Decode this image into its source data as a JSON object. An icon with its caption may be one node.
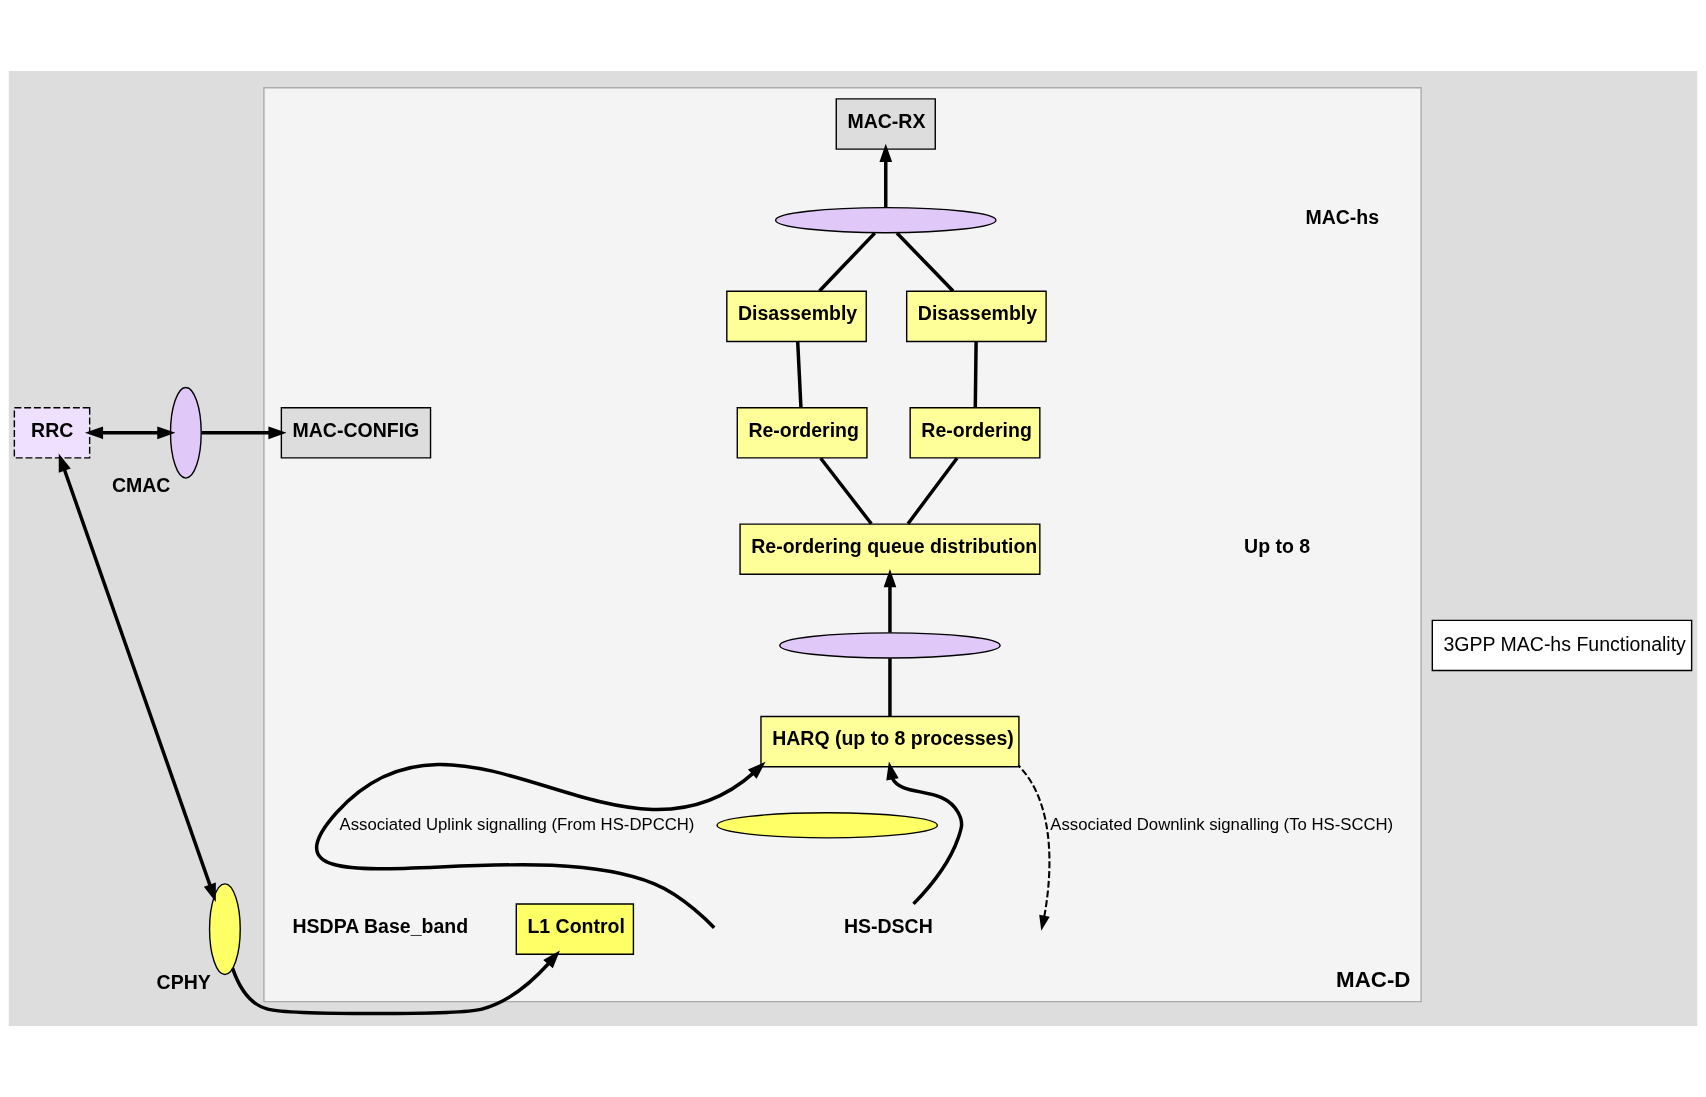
{
  "diagram": {
    "nodes": [
      {
        "text": [
          "RRC"
        ]
      },
      {
        "text": [
          "MAC-D"
        ]
      },
      {
        "text": [
          "MAC-RX"
        ],
        "in": 1
      },
      {
        "text": [
          "MAC-CONFIG"
        ],
        "in": 1
      },
      {
        "text": [],
        "shape": "ellipse",
        "in": 1
      },
      {
        "text": [
          "Disassembly"
        ],
        "in": 1
      },
      {
        "text": [
          "Disassembly"
        ],
        "in": 1
      },
      {
        "text": [
          "Re-ordering"
        ],
        "in": 1
      },
      {
        "text": [
          "Re-ordering"
        ],
        "in": 1
      },
      {
        "text": [
          "Re-ordering queue distribution"
        ],
        "in": 1
      },
      {
        "text": [],
        "shape": "ellipse",
        "in": 1
      },
      {
        "text": [
          "HARQ (up to 8 processes)"
        ],
        "in": 1
      },
      {
        "text": [],
        "shape": "ellipse",
        "in": 1
      },
      {
        "text": [],
        "shape": "ellipse",
        "beside": [
          "CMAC"
        ]
      },
      {
        "text": [],
        "shape": "ellipse",
        "beside": [
          "CPHY"
        ]
      },
      {
        "text": [
          "L1 Control"
        ],
        "in": 1
      },
      {
        "text": [
          "HS-DSCH"
        ],
        "in": 1
      },
      {
        "text": [
          "3GPP MAC-hs Functionality"
        ]
      }
    ],
    "edges": [
      {
        "from": 4,
        "to": 2,
        "arrow": "to"
      },
      {
        "from": 5,
        "to": 4,
        "arrow": "none"
      },
      {
        "from": 6,
        "to": 4,
        "arrow": "none"
      },
      {
        "from": 7,
        "to": 5,
        "arrow": "none"
      },
      {
        "from": 8,
        "to": 6,
        "arrow": "none"
      },
      {
        "from": 9,
        "to": 7,
        "arrow": "none"
      },
      {
        "from": 9,
        "to": 8,
        "arrow": "none"
      },
      {
        "from": 10,
        "to": 9,
        "arrow": "to"
      },
      {
        "from": 11,
        "to": 10,
        "arrow": "none"
      },
      {
        "from": null,
        "to": 11,
        "arrow": "to",
        "label": "Associated Uplink signalling (From HS-DPCCH)"
      },
      {
        "from": 11,
        "to": null,
        "arrow": "to",
        "style": "dashed",
        "label": "Associated Downlink signalling (To HS-SCCH)"
      },
      {
        "from": 16,
        "to": 11,
        "arrow": "to"
      },
      {
        "from": 0,
        "to": 13,
        "arrow": "both"
      },
      {
        "from": 13,
        "to": 3,
        "arrow": "to"
      },
      {
        "from": 0,
        "to": 14,
        "arrow": "both"
      },
      {
        "from": 14,
        "to": 15,
        "arrow": "to"
      }
    ],
    "labels": [
      "MAC-hs",
      "Up to 8",
      "HSDPA Base_band"
    ]
  }
}
